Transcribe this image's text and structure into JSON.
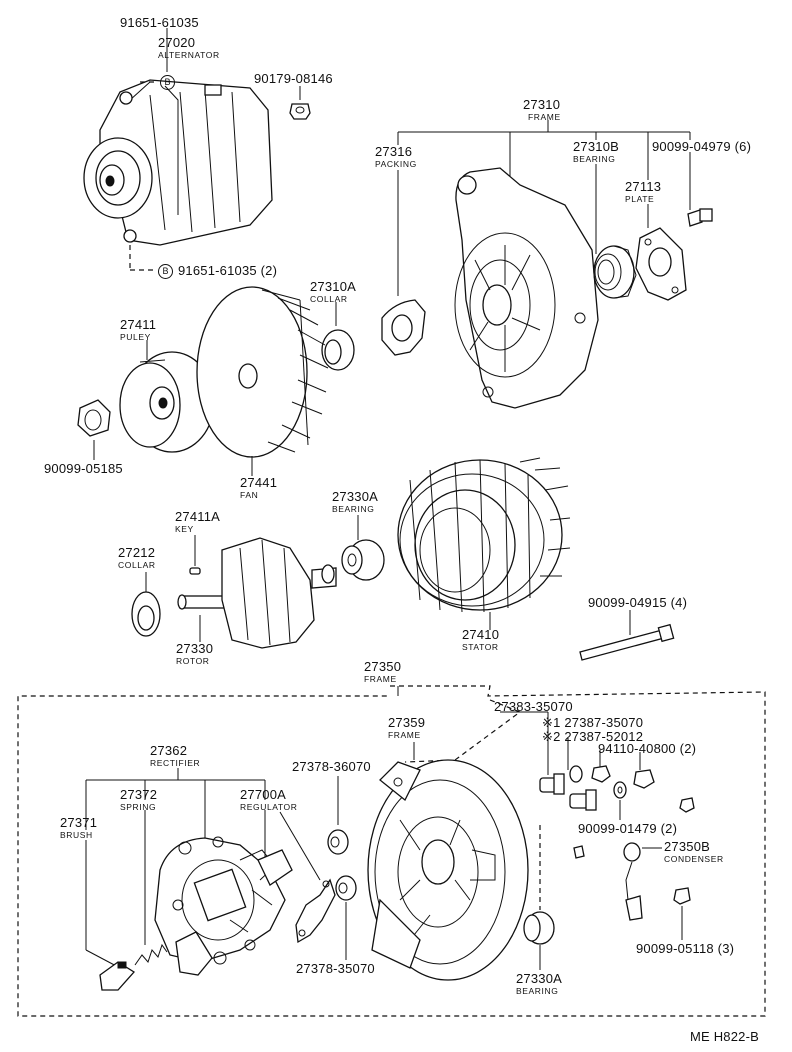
{
  "labels": {
    "p91651_a": "91651-61035",
    "p27020": "27020",
    "n_alternator": "ALTERNATOR",
    "p90179": "90179-08146",
    "b_circle_1": "B",
    "b_circle_2": "B",
    "p91651_b": "91651-61035 (2)",
    "p27310": "27310",
    "n_frame_1": "FRAME",
    "p27316": "27316",
    "n_packing": "PACKING",
    "p27310b": "27310B",
    "n_bearing_1": "BEARING",
    "p90099_04979": "90099-04979 (6)",
    "p27113": "27113",
    "n_plate": "PLATE",
    "p27310a": "27310A",
    "n_collar_1": "COLLAR",
    "p27411": "27411",
    "n_puley": "PULEY",
    "p90099_05185": "90099-05185",
    "p27441": "27441",
    "n_fan": "FAN",
    "p27330a_1": "27330A",
    "n_bearing_2": "BEARING",
    "p27411a": "27411A",
    "n_key": "KEY",
    "p27212": "27212",
    "n_collar_2": "COLLAR",
    "p27330": "27330",
    "n_rotor": "ROTOR",
    "p27410": "27410",
    "n_stator": "STATOR",
    "p90099_04915": "90099-04915 (4)",
    "p27350": "27350",
    "n_frame_2": "FRAME",
    "p27383": "27383-35070",
    "p27359": "27359",
    "n_frame_3": "FRAME",
    "p27387_1": "※1 27387-35070",
    "p27387_2": "※2 27387-52012",
    "p94110": "94110-40800 (2)",
    "p27362": "27362",
    "n_rectifier": "RECTIFIER",
    "p27378_a": "27378-36070",
    "p27372": "27372",
    "n_spring": "SPRING",
    "p27700a": "27700A",
    "n_regulator": "REGULATOR",
    "p27371": "27371",
    "n_brush": "BRUSH",
    "p90099_01479": "90099-01479 (2)",
    "p27350b": "27350B",
    "n_condenser": "CONDENSER",
    "p90099_05118": "90099-05118 (3)",
    "p27378_b": "27378-35070",
    "p27330a_2": "27330A",
    "n_bearing_3": "BEARING",
    "footer_code": "ME H822-B"
  }
}
